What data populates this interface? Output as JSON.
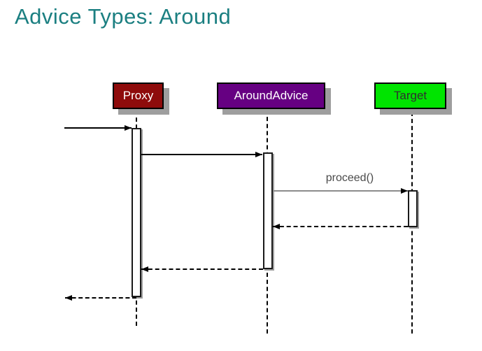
{
  "slide": {
    "title": "Advice Types: Around",
    "title_color": "#1b7f81",
    "background_color": "#ffffff"
  },
  "diagram": {
    "type": "uml-sequence",
    "participants": [
      {
        "name": "Proxy",
        "fill": "#8e0b0b",
        "text_color": "#ffffff"
      },
      {
        "name": "AroundAdvice",
        "fill": "#660082",
        "text_color": "#ffffff"
      },
      {
        "name": "Target",
        "fill": "#00e400",
        "text_color": "#2f2f2f"
      }
    ],
    "messages": [
      {
        "from": "caller",
        "to": "Proxy",
        "label": "",
        "line": "solid",
        "line_color": "#000000"
      },
      {
        "from": "Proxy",
        "to": "AroundAdvice",
        "label": "",
        "line": "solid",
        "line_color": "#000000"
      },
      {
        "from": "AroundAdvice",
        "to": "Target",
        "label": "proceed()",
        "line": "solid",
        "line_color": "#8c8c8c"
      },
      {
        "from": "Target",
        "to": "AroundAdvice",
        "label": "",
        "line": "dashed",
        "line_color": "#000000"
      },
      {
        "from": "AroundAdvice",
        "to": "Proxy",
        "label": "",
        "line": "dashed",
        "line_color": "#000000"
      },
      {
        "from": "Proxy",
        "to": "caller",
        "label": "",
        "line": "dashed",
        "line_color": "#000000"
      }
    ]
  }
}
